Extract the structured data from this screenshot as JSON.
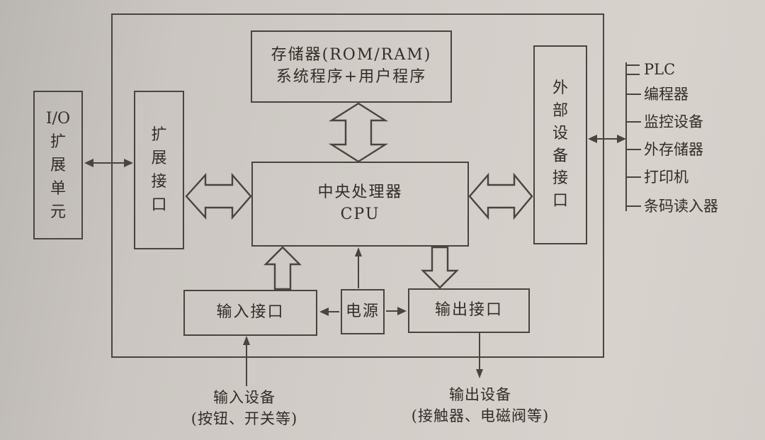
{
  "diagram": {
    "boxes": {
      "memory": "存储器(ROM/RAM)\n系统程序+用户程序",
      "cpu": "中央处理器\nCPU",
      "io_expansion": "I/O\n扩\n展\n单\n元",
      "expansion_interface": "扩\n展\n接\n口",
      "external_device_interface": "外\n部\n设\n备\n接\n口",
      "input_interface": "输入接口",
      "power": "电源",
      "output_interface": "输出接口"
    },
    "external_devices": [
      "PLC",
      "编程器",
      "监控设备",
      "外存储器",
      "打印机",
      "条码读入器"
    ],
    "captions": {
      "input_devices": "输入设备\n(按钮、开关等)",
      "output_devices": "输出设备\n(接触器、电磁阀等)"
    },
    "colors": {
      "line": "#4a443f",
      "text": "#332d27",
      "paper": "#d0cbc6"
    }
  }
}
